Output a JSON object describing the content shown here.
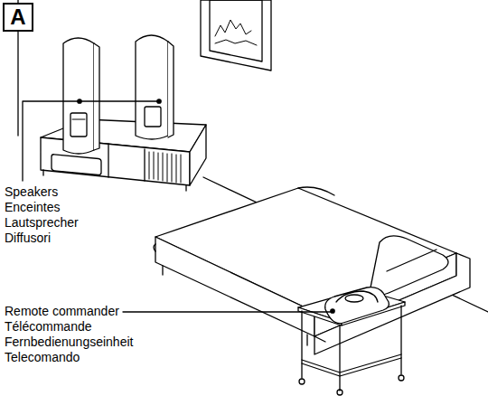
{
  "diagram": {
    "nodes": [
      {
        "text": [
          "A"
        ]
      }
    ],
    "labels": [
      "Speakers",
      "Enceintes",
      "Lautsprecher",
      "Diffusori",
      "Remote commander",
      "Télécommande",
      "Fernbedienungseinheit",
      "Telecomando"
    ]
  }
}
